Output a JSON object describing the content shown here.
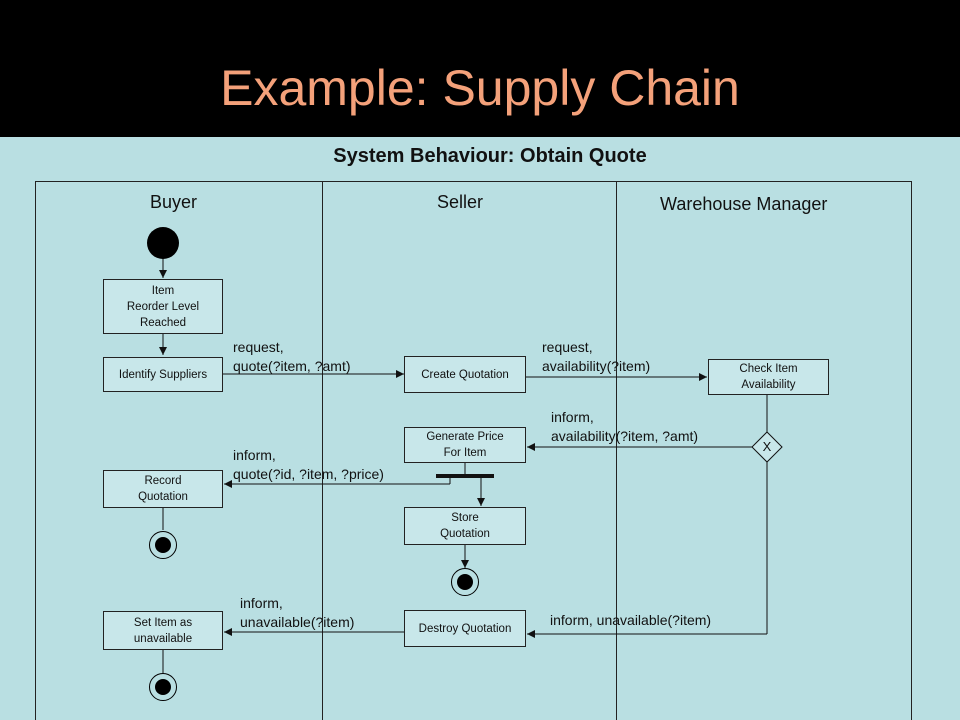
{
  "slide": {
    "title": "Example: Supply Chain"
  },
  "diagram": {
    "title": "System Behaviour: Obtain Quote",
    "lanes": [
      "Buyer",
      "Seller",
      "Warehouse Manager"
    ],
    "nodes": {
      "item_reorder": "Item\nReorder Level\nReached",
      "identify_suppliers": "Identify Suppliers",
      "record_quotation": "Record\nQuotation",
      "set_unavailable": "Set Item as\nunavailable",
      "create_quotation": "Create Quotation",
      "generate_price": "Generate Price\nFor Item",
      "store_quotation": "Store\nQuotation",
      "destroy_quotation": "Destroy Quotation",
      "check_availability": "Check Item\nAvailability",
      "decision": "X"
    },
    "messages": {
      "request_quote": "request,\nquote(?item, ?amt)",
      "request_availability": "request,\navailability(?item)",
      "inform_availability": "inform,\navailability(?item, ?amt)",
      "inform_quote": "inform,\nquote(?id, ?item, ?price)",
      "inform_unavailable_warehouse": "inform, unavailable(?item)",
      "inform_unavailable_seller": "inform,\nunavailable(?item)"
    }
  }
}
